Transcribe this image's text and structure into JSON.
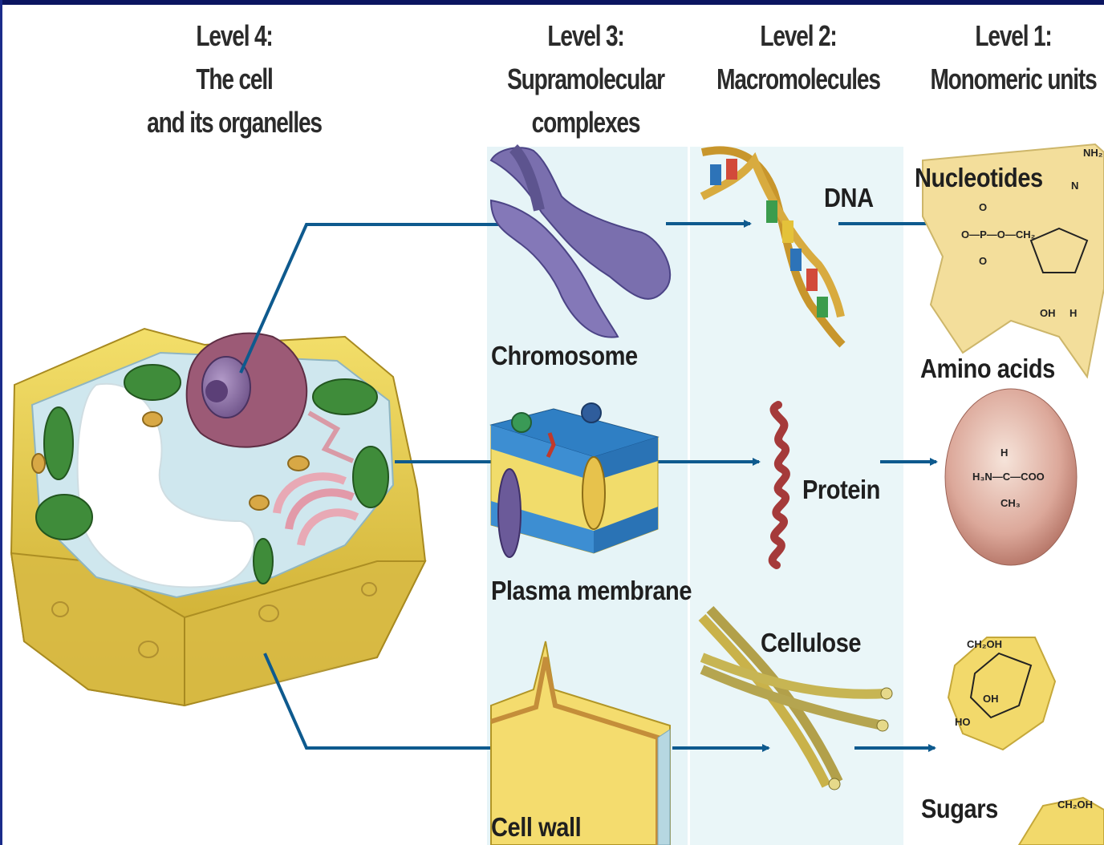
{
  "headers": {
    "level4": [
      "Level 4:",
      "The cell",
      "and its organelles"
    ],
    "level3": [
      "Level 3:",
      "Supramolecular",
      "complexes"
    ],
    "level2": [
      "Level 2:",
      "Macromolecules"
    ],
    "level1": [
      "Level 1:",
      "Monomeric units"
    ]
  },
  "labels": {
    "chromosome": "Chromosome",
    "plasma_membrane": "Plasma membrane",
    "cell_wall": "Cell wall",
    "dna": "DNA",
    "protein": "Protein",
    "cellulose": "Cellulose",
    "nucleotides": "Nucleotides",
    "amino_acids": "Amino acids",
    "sugars": "Sugars"
  },
  "chem": {
    "amino_top": "H",
    "amino_mid": "H₃N—C—COO",
    "amino_bot": "CH₃",
    "nh2": "NH₂",
    "o": "O",
    "pchain": "O—P—O—CH₂",
    "oh": "OH",
    "h": "H",
    "ch2oh": "CH₂OH",
    "ho": "HO",
    "n": "N"
  },
  "colors": {
    "arrow": "#0e5a8e",
    "panel_bg": "#e8f5f7",
    "topbar": "#0b1560"
  }
}
